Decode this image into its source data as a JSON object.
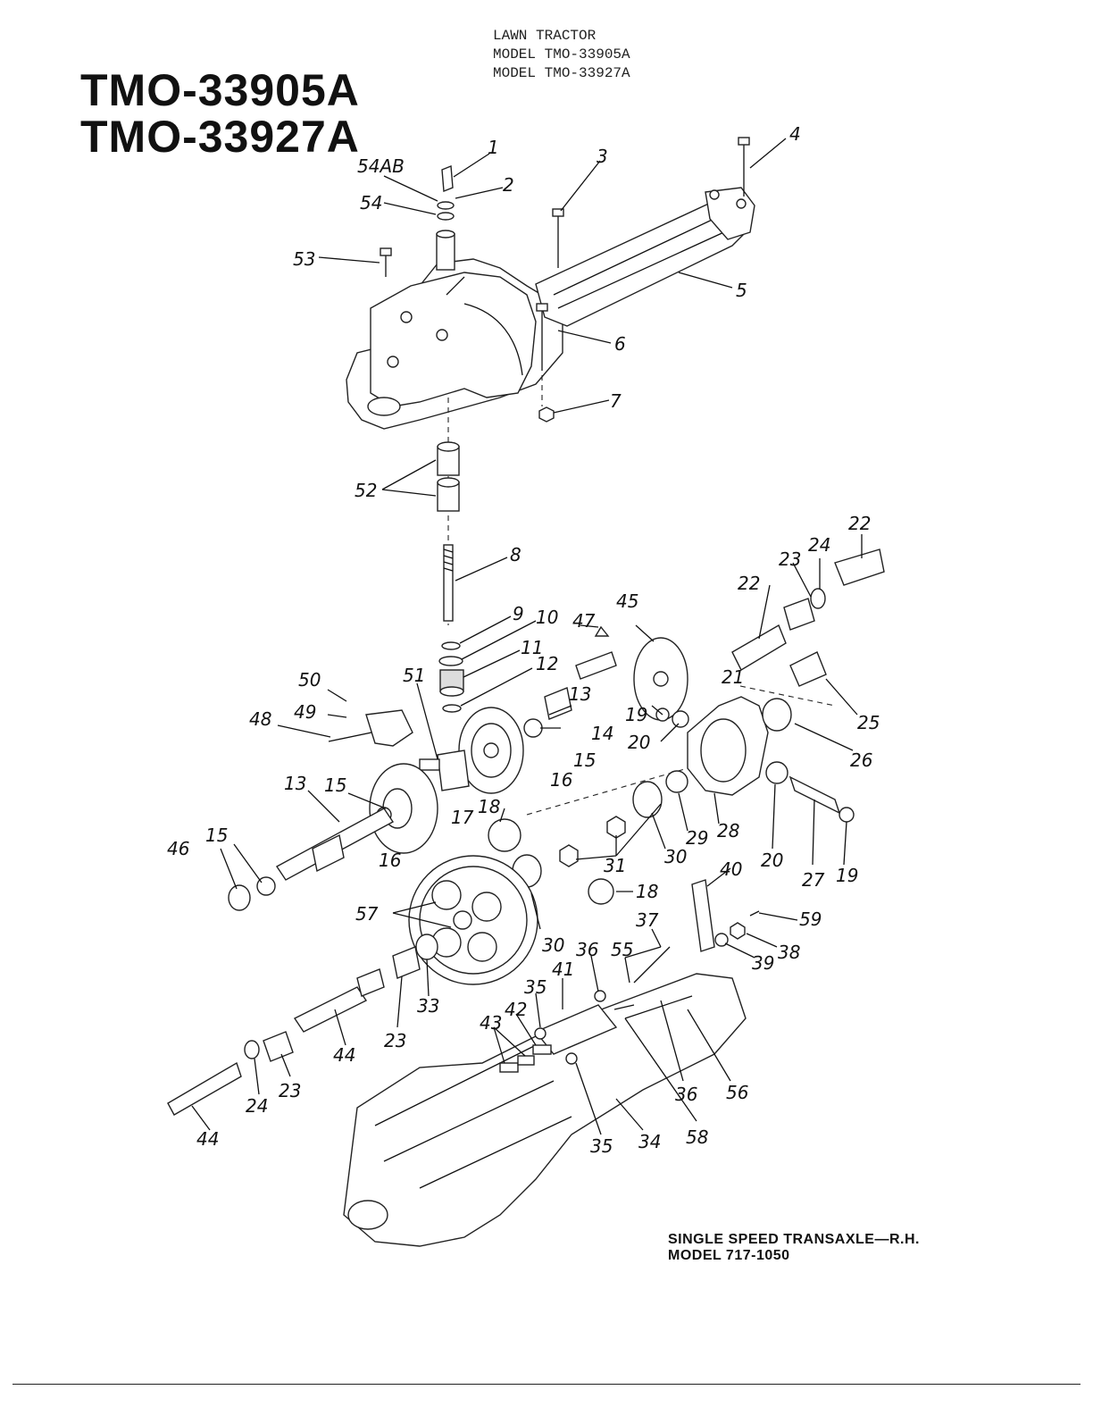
{
  "titles": {
    "model_1": "TMO-33905A",
    "model_2": "TMO-33927A"
  },
  "header": {
    "line_1": "LAWN TRACTOR",
    "line_2": "MODEL TMO-33905A",
    "line_3": "MODEL TMO-33927A"
  },
  "caption": {
    "line_1": "SINGLE SPEED TRANSAXLE—R.H.",
    "line_2": "MODEL 717-1050"
  },
  "callouts": {
    "c1": "1",
    "c2": "2",
    "c3": "3",
    "c4": "4",
    "c5": "5",
    "c6": "6",
    "c7": "7",
    "c8": "8",
    "c9": "9",
    "c10": "10",
    "c11": "11",
    "c12": "12",
    "c13a": "13",
    "c13b": "13",
    "c14": "14",
    "c15a": "15",
    "c15b": "15",
    "c15c": "15",
    "c16a": "16",
    "c16b": "16",
    "c17": "17",
    "c18a": "18",
    "c18b": "18",
    "c19a": "19",
    "c19b": "19",
    "c20a": "20",
    "c20b": "20",
    "c21": "21",
    "c22a": "22",
    "c22b": "22",
    "c23a": "23",
    "c23b": "23",
    "c23c": "23",
    "c24a": "24",
    "c24b": "24",
    "c25": "25",
    "c26": "26",
    "c27": "27",
    "c28": "28",
    "c29": "29",
    "c30a": "30",
    "c30b": "30",
    "c31": "31",
    "c33": "33",
    "c34": "34",
    "c35a": "35",
    "c35b": "35",
    "c36a": "36",
    "c36b": "36",
    "c37": "37",
    "c38": "38",
    "c39": "39",
    "c40": "40",
    "c41": "41",
    "c42": "42",
    "c43": "43",
    "c44a": "44",
    "c44b": "44",
    "c45": "45",
    "c46": "46",
    "c47": "47",
    "c48": "48",
    "c49": "49",
    "c50": "50",
    "c51": "51",
    "c52": "52",
    "c53": "53",
    "c54": "54",
    "c54ab": "54AB",
    "c55": "55",
    "c56": "56",
    "c57": "57",
    "c58": "58",
    "c59": "59"
  }
}
